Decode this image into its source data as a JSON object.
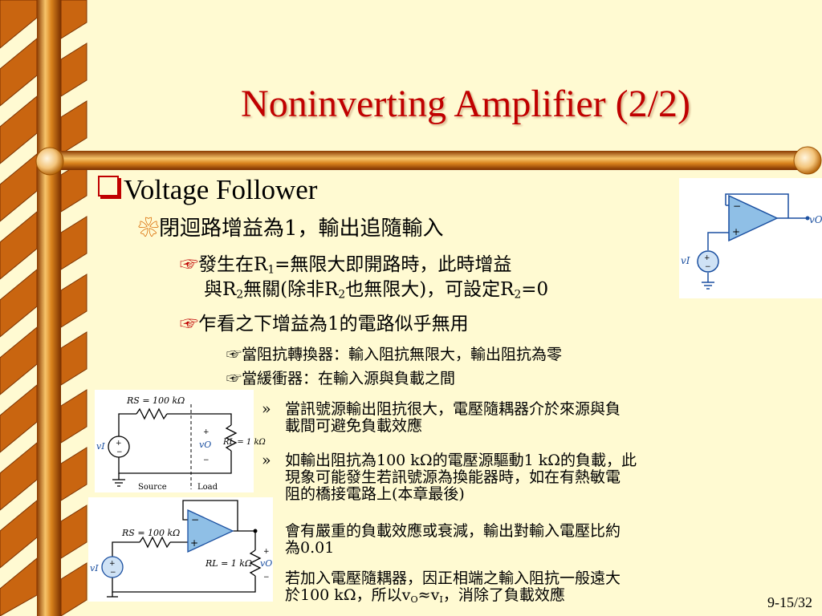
{
  "slide": {
    "title": "Noninverting Amplifier (2/2)",
    "page_number": "9-15/32"
  },
  "content": {
    "h1": "Voltage Follower",
    "h2": "閉迴路增益為1，輸出追隨輸入",
    "b1_pre": "發生在R",
    "b1_sub1": "1",
    "b1_mid": "=無限大即開路時，此時增益",
    "b1_l2_pre": "與R",
    "b1_l2_sub2": "2",
    "b1_l2_mid": "無關(除非R",
    "b1_l2_sub3": "2",
    "b1_l2_mid2": "也無限大)，可設定R",
    "b1_l2_sub4": "2",
    "b1_l2_end": "=0",
    "b2": "乍看之下增益為1的電路似乎無用",
    "b3": "當阻抗轉換器：輸入阻抗無限大，輸出阻抗為零",
    "b4": "當緩衝器：在輸入源與負載之間",
    "s1_l1": "當訊號源輸出阻抗很大，電壓隨耦器介於來源與負",
    "s1_l2": "載間可避免負載效應",
    "s2_l1": "如輸出阻抗為100 kΩ的電壓源驅動1 kΩ的負載，此",
    "s2_l2": "現象可能發生若訊號源為換能器時，如在有熱敏電",
    "s2_l3": "阻的橋接電路上(本章最後)",
    "s3_l1": "會有嚴重的負載效應或衰減，輸出對輸入電壓比約",
    "s3_l2": "為0.01",
    "s4_l1": "若加入電壓隨耦器，因正相端之輸入阻抗一般遠大",
    "s4_l2_pre": "於100 kΩ，所以v",
    "s4_l2_sub1": "O",
    "s4_l2_mid": "≈v",
    "s4_l2_sub2": "I",
    "s4_l2_end": "，消除了負載效應",
    "raquo": "»",
    "hand": "☞",
    "hand_small": "☞",
    "flower": "❀"
  },
  "figures": {
    "follower": {
      "v_in": "vI",
      "v_out": "vO",
      "minus": "−",
      "plus": "+"
    },
    "divider": {
      "rs": "RS = 100 kΩ",
      "rl": "RL = 1 kΩ",
      "v_in": "vI",
      "v_out": "vO",
      "source": "Source",
      "load": "Load",
      "plus": "+",
      "minus": "−"
    },
    "buffered": {
      "rs": "RS = 100 kΩ",
      "rl": "RL = 1 kΩ",
      "v_in": "vI",
      "v_out": "vO",
      "plus": "+",
      "minus": "−"
    }
  },
  "colors": {
    "background": "#fffad2",
    "title": "#c00000",
    "pole_light": "#f6b453",
    "pole_dark": "#b44f00",
    "opamp_fill": "#8fbfe6",
    "circuit_blue": "#1a4fa0"
  }
}
